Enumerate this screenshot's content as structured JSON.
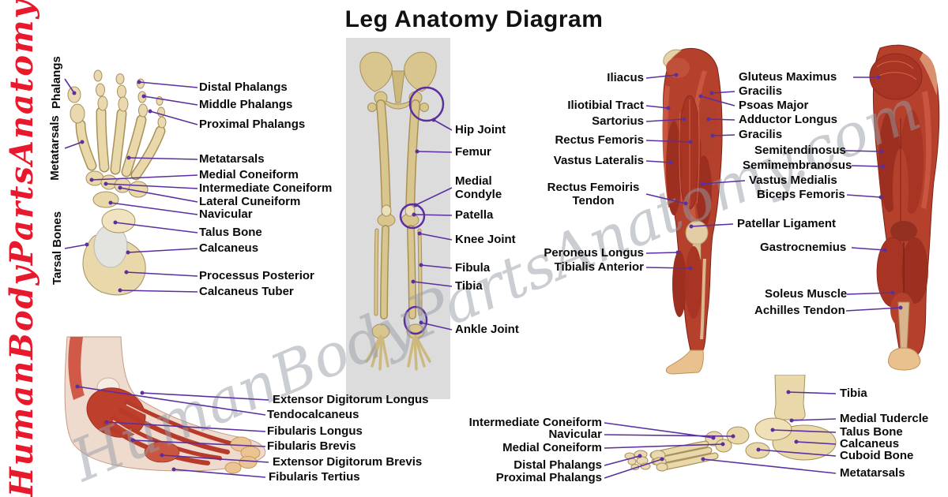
{
  "title": "Leg Anatomy Diagram",
  "watermarks": {
    "side": "HumanBodyPartsAnatomy.com",
    "diagonal": "HumanBodyPartsAnatomy.com"
  },
  "colors": {
    "leader_purple": "#5B2FA0",
    "watermark_red": "#E8192C",
    "bone": "#E8D8AA",
    "muscle_red": "#B5402C",
    "skeleton_background": "#DCDCDC"
  },
  "foot_dorsal": {
    "groups": [
      "Phalangs",
      "Metatarsals",
      "Tarsal Bones"
    ],
    "labels": [
      "Distal Phalangs",
      "Middle Phalangs",
      "Proximal Phalangs",
      "Metatarsals",
      "Medial Coneiform",
      "Intermediate Coneiform",
      "Lateral Cuneiform",
      "Navicular",
      "Talus Bone",
      "Calcaneus",
      "Processus Posterior",
      "Calcaneus Tuber"
    ]
  },
  "skeleton": {
    "labels": [
      "Hip Joint",
      "Femur",
      "Medial Condyle",
      "Patella",
      "Knee Joint",
      "Fibula",
      "Tibia",
      "Ankle Joint"
    ]
  },
  "muscles": {
    "left": [
      "Iliacus",
      "Iliotibial Tract",
      "Sartorius",
      "Rectus Femoris",
      "Vastus Lateralis",
      "Rectus Femoiris Tendon",
      "Peroneus Longus",
      "Tibialis Anterior"
    ],
    "right": [
      "Gluteus Maximus",
      "Gracilis",
      "Psoas Major",
      "Adductor Longus",
      "Gracilis",
      "Semitendinosus",
      "Semimembranosus",
      "Vastus Medialis",
      "Biceps Femoris",
      "Patellar Ligament",
      "Gastrocnemius",
      "Soleus Muscle",
      "Achilles Tendon"
    ]
  },
  "foot_lateral_muscles": {
    "labels": [
      "Extensor Digitorum Longus",
      "Tendocalcaneus",
      "Fibularis Longus",
      "Fibularis Brevis",
      "Extensor Digitorum Brevis",
      "Fibularis Tertius"
    ]
  },
  "foot_lateral_bones": {
    "left": [
      "Intermediate Coneiform",
      "Navicular",
      "Medial Coneiform",
      "Distal Phalangs",
      "Proximal Phalangs"
    ],
    "right": [
      "Tibia",
      "Medial Tudercle",
      "Talus Bone",
      "Calcaneus",
      "Cuboid Bone",
      "Metatarsals"
    ]
  }
}
